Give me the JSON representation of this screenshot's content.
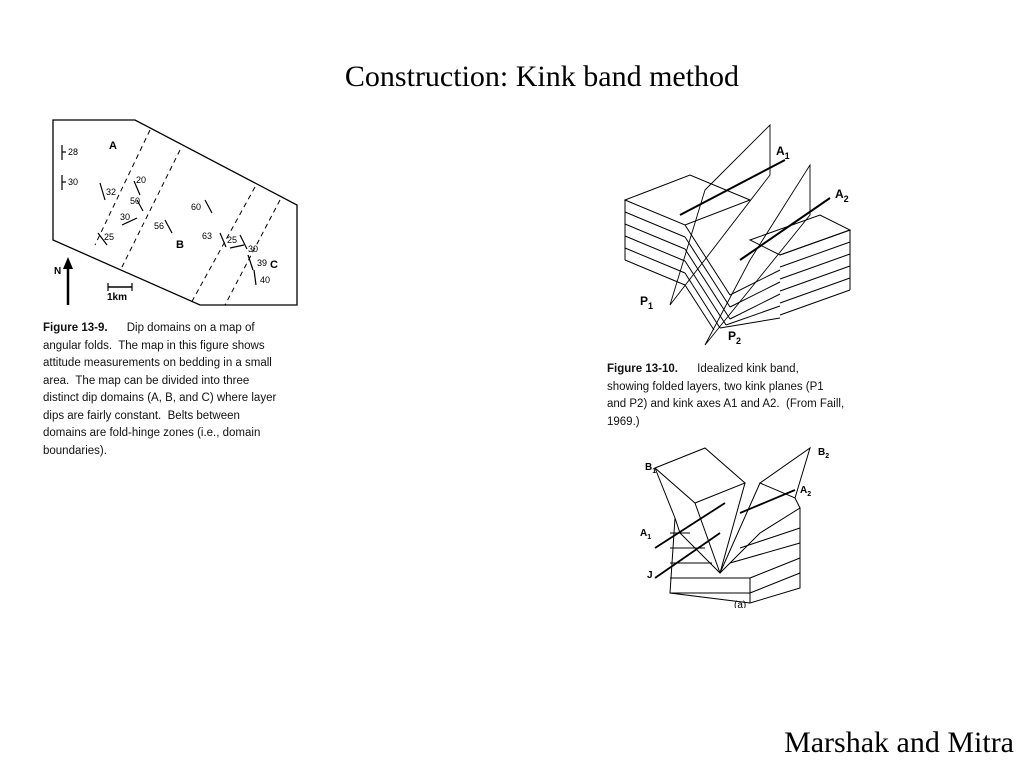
{
  "slide": {
    "title": "Construction: Kink band method",
    "credit": "Marshak and Mitra"
  },
  "figure_13_9": {
    "domain_labels": [
      "A",
      "B",
      "C"
    ],
    "dip_values": [
      "28",
      "30",
      "32",
      "20",
      "50",
      "30",
      "25",
      "56",
      "60",
      "63",
      "25",
      "30",
      "39",
      "40"
    ],
    "north_label": "N",
    "scale_label": "1km",
    "caption_label": "Figure 13-9.",
    "caption_lines": [
      "Dip domains on a map of",
      "angular folds.  The map in this figure shows",
      "attitude measurements on bedding in a small",
      "area.  The map can be divided into three",
      "distinct dip domains (A, B, and C) where layer",
      "dips are fairly constant.  Belts between",
      "domains are fold-hinge zones (i.e., domain",
      "boundaries)."
    ]
  },
  "figure_13_10": {
    "labels": {
      "a1": "A",
      "a1_sub": "1",
      "a2": "A",
      "a2_sub": "2",
      "p1": "P",
      "p1_sub": "1",
      "p2": "P",
      "p2_sub": "2"
    },
    "caption_label": "Figure 13-10.",
    "caption_lines": [
      "Idealized kink band,",
      "showing folded layers, two kink planes (P1",
      "and P2) and kink axes A1 and A2.  (From Faill,",
      "1969.)"
    ]
  },
  "figure_b": {
    "labels": {
      "b1": "B",
      "b1_sub": "1",
      "b2": "B",
      "b2_sub": "2",
      "a1": "A",
      "a1_sub": "1",
      "a2": "A",
      "a2_sub": "2",
      "j": "J",
      "part": "(a)"
    }
  }
}
